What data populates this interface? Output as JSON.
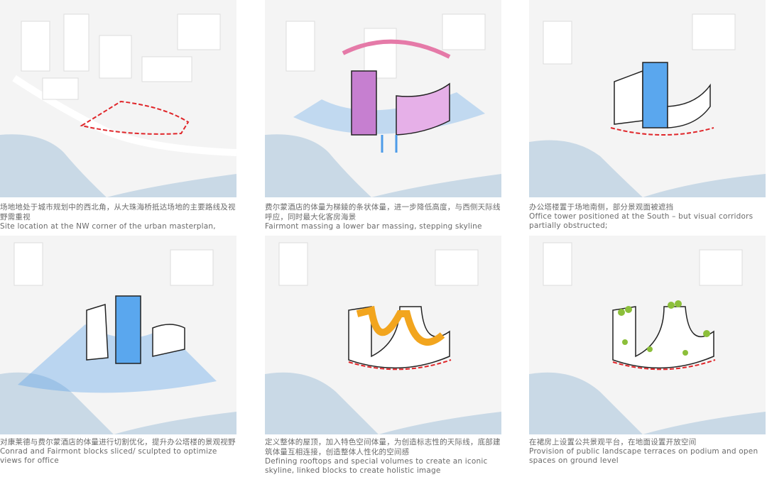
{
  "panels": [
    {
      "zh": "场地地处于城市规划中的西北角，从大珠海桥抵达场地的主要路线及视野需重视",
      "en": "Site location at the NW corner of the urban masterplan,"
    },
    {
      "zh": "费尔蒙酒店的体量为梯錂的条状体量，进一步降低高度，与西侧天际线呼应，同时最大化客房海景",
      "en": "Fairmont massing a lower bar massing, stepping skyline"
    },
    {
      "zh": "办公塔楼置于场地南侧，部分景观面被遮挡",
      "en": "Office tower positioned at the South – but visual corridors partially obstructed;"
    },
    {
      "zh": "对康莱德与费尔蒙酒店的体量进行切割优化，提升办公塔楼的景观视野",
      "en": "Conrad and Fairmont blocks sliced/ sculpted to optimize views for office"
    },
    {
      "zh": "定义整体的屋顶，加入特色空间体量，为创造标志性的天际线，底部建筑体量互相连接，创造整体人性化的空间感",
      "en": "Defining rooftops and special volumes to create an iconic skyline, linked blocks to create holistic image"
    },
    {
      "zh": "在裙房上设置公共景观平台，在地面设置开放空间",
      "en": "Provision of public landscape terraces on podium and open spaces on ground level"
    }
  ],
  "colors": {
    "water": "#c9d9e6",
    "ground": "#f2f2f2",
    "site": "#e0262a",
    "blue": "#4d9be8",
    "pink": "#e57aa8",
    "orange": "#f2a51e",
    "green": "#8cbf3a"
  }
}
